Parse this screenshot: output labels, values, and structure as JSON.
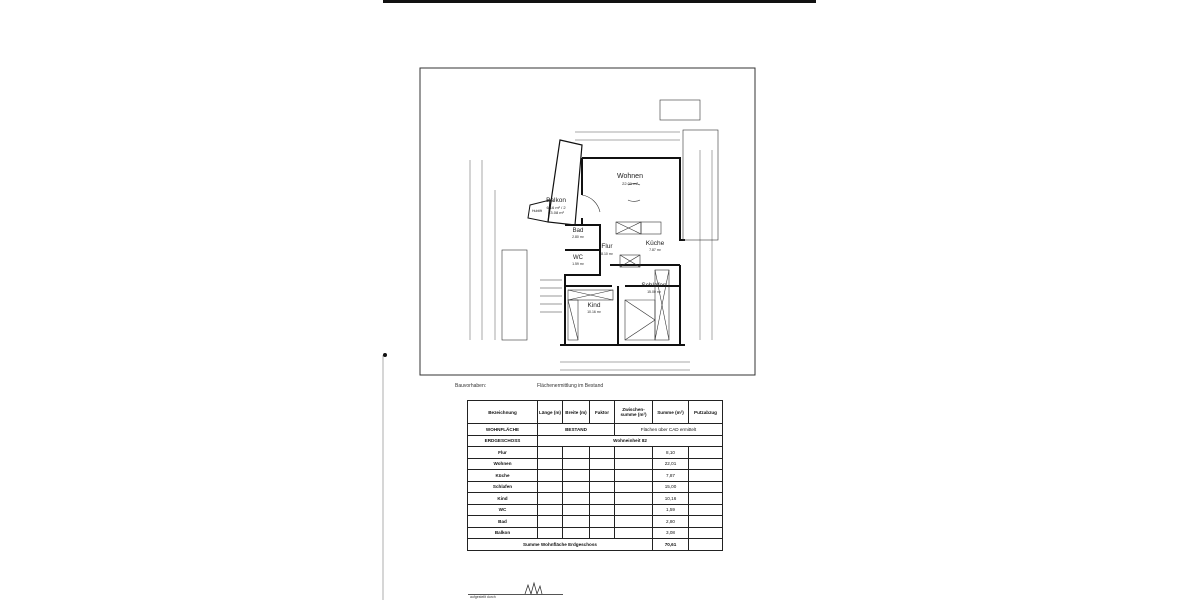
{
  "plan": {
    "rooms": [
      {
        "name": "Wohnen",
        "area": "22.01 m²"
      },
      {
        "name": "Balkon",
        "area": "6.16 m² / 2",
        "area2": "=3.08 m²"
      },
      {
        "name": "Bad",
        "area": "2.80 m²"
      },
      {
        "name": "Flur",
        "area": "8.10 m²"
      },
      {
        "name": "Küche",
        "area": "7.87 m²"
      },
      {
        "name": "WC",
        "area": "1.59 m²"
      },
      {
        "name": "Schlafen",
        "area": "15.00 m²"
      },
      {
        "name": "Kind",
        "area": "10.16 m²"
      }
    ],
    "hublift": "Hublift"
  },
  "caption": {
    "label": "Bauvorhaben:",
    "value": "Flächenermittlung im Bestand"
  },
  "table": {
    "headers": [
      "Bezeichnung",
      "Länge (m)",
      "Breite (m)",
      "Faktor",
      "Zwischen-summe (m²)",
      "Summe (m²)",
      "Putzabzug"
    ],
    "wohnflaeche": "WOHNFLÄCHE",
    "bestand": "BESTAND",
    "cad_note": "Flächen über CAD ermittelt",
    "erdgeschoss": "ERDGESCHOSS",
    "wohneinheit": "Wohneinheit 82",
    "rows": [
      {
        "name": "Flur",
        "sum": "8,10"
      },
      {
        "name": "Wohnen",
        "sum": "22,01"
      },
      {
        "name": "Küche",
        "sum": "7,87"
      },
      {
        "name": "Schlafen",
        "sum": "15,00"
      },
      {
        "name": "Kind",
        "sum": "10,16"
      },
      {
        "name": "WC",
        "sum": "1,59"
      },
      {
        "name": "Bad",
        "sum": "2,80"
      },
      {
        "name": "Balkon",
        "sum": "3,08"
      }
    ],
    "total_label": "Summe Wohnfläche Erdgeschoss",
    "total": "70,61"
  },
  "signature": {
    "label": "aufgestellt durch"
  }
}
